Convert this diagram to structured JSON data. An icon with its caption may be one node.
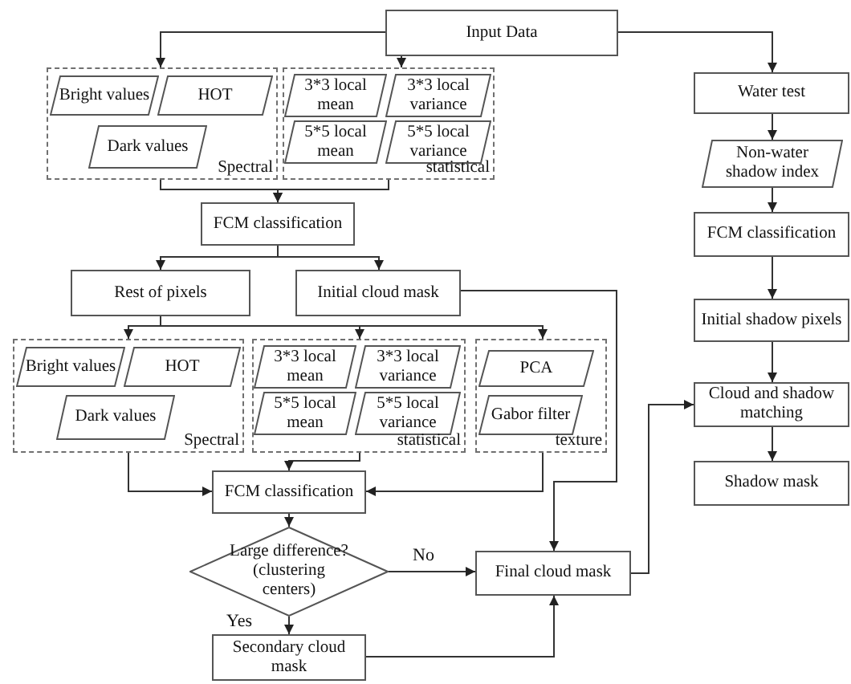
{
  "diagram": {
    "nodes": [
      {
        "text": [
          "Input Data"
        ]
      },
      {
        "text": [
          "Spectral"
        ]
      },
      {
        "text": [
          "Bright values"
        ],
        "in": 1
      },
      {
        "text": [
          "HOT"
        ],
        "in": 1
      },
      {
        "text": [
          "Dark values"
        ],
        "in": 1
      },
      {
        "text": [
          "statistical"
        ]
      },
      {
        "text": [
          "3*3 local mean"
        ],
        "in": 5
      },
      {
        "text": [
          "3*3 local variance"
        ],
        "in": 5
      },
      {
        "text": [
          "5*5 local mean"
        ],
        "in": 5
      },
      {
        "text": [
          "5*5 local variance"
        ],
        "in": 5
      },
      {
        "text": [
          "FCM classification"
        ]
      },
      {
        "text": [
          "Rest of pixels"
        ]
      },
      {
        "text": [
          "Initial cloud mask"
        ]
      },
      {
        "text": [
          "Spectral"
        ]
      },
      {
        "text": [
          "Bright values"
        ],
        "in": 13
      },
      {
        "text": [
          "HOT"
        ],
        "in": 13
      },
      {
        "text": [
          "Dark values"
        ],
        "in": 13
      },
      {
        "text": [
          "statistical"
        ]
      },
      {
        "text": [
          "3*3 local mean"
        ],
        "in": 17
      },
      {
        "text": [
          "3*3 local variance"
        ],
        "in": 17
      },
      {
        "text": [
          "5*5 local mean"
        ],
        "in": 17
      },
      {
        "text": [
          "5*5 local variance"
        ],
        "in": 17
      },
      {
        "text": [
          "texture"
        ]
      },
      {
        "text": [
          "PCA"
        ],
        "in": 22
      },
      {
        "text": [
          "Gabor filter"
        ],
        "in": 22
      },
      {
        "text": [
          "FCM classification"
        ]
      },
      {
        "text": [
          "Large difference? (clustering centers)"
        ]
      },
      {
        "text": [
          "Final cloud mask"
        ]
      },
      {
        "text": [
          "Secondary cloud mask"
        ]
      },
      {
        "text": [
          "Water test"
        ]
      },
      {
        "text": [
          "Non-water shadow index"
        ]
      },
      {
        "text": [
          "FCM classification"
        ]
      },
      {
        "text": [
          "Initial shadow pixels"
        ]
      },
      {
        "text": [
          "Cloud and shadow matching"
        ]
      },
      {
        "text": [
          "Shadow mask"
        ]
      }
    ],
    "edges": [
      {
        "from": 0,
        "to": 1,
        "arrow": "to"
      },
      {
        "from": 0,
        "to": 5,
        "arrow": "to"
      },
      {
        "from": 0,
        "to": 29,
        "arrow": "to"
      },
      {
        "from": 1,
        "to": 10,
        "arrow": "to"
      },
      {
        "from": 5,
        "to": 10,
        "arrow": "to"
      },
      {
        "from": 10,
        "to": 11,
        "arrow": "to"
      },
      {
        "from": 10,
        "to": 12,
        "arrow": "to"
      },
      {
        "from": 11,
        "to": 13,
        "arrow": "to"
      },
      {
        "from": 11,
        "to": 17,
        "arrow": "to"
      },
      {
        "from": 11,
        "to": 22,
        "arrow": "to"
      },
      {
        "from": 12,
        "to": 27,
        "arrow": "to"
      },
      {
        "from": 13,
        "to": 25,
        "arrow": "to"
      },
      {
        "from": 17,
        "to": 25,
        "arrow": "to"
      },
      {
        "from": 22,
        "to": 25,
        "arrow": "to"
      },
      {
        "from": 25,
        "to": 26,
        "arrow": "to"
      },
      {
        "from": 26,
        "to": 27,
        "arrow": "to",
        "label": "No"
      },
      {
        "from": 26,
        "to": 28,
        "arrow": "to",
        "label": "Yes"
      },
      {
        "from": 28,
        "to": 27,
        "arrow": "to"
      },
      {
        "from": 27,
        "to": 33,
        "arrow": "to"
      },
      {
        "from": 29,
        "to": 30,
        "arrow": "to"
      },
      {
        "from": 30,
        "to": 31,
        "arrow": "to"
      },
      {
        "from": 31,
        "to": 32,
        "arrow": "to"
      },
      {
        "from": 32,
        "to": 33,
        "arrow": "to"
      },
      {
        "from": 33,
        "to": 34,
        "arrow": "to"
      }
    ]
  }
}
